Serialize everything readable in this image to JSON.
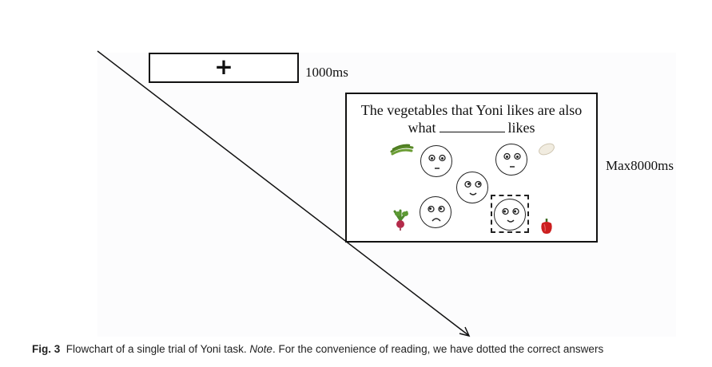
{
  "stimulus": {
    "fixation_symbol": "+",
    "fixation_duration": "1000ms",
    "trial_duration": "Max8000ms",
    "sentence_part1": "The vegetables that Yoni likes are also",
    "sentence_part2_before": "what",
    "sentence_part2_after": "likes"
  },
  "faces": [
    {
      "expression": "neutral"
    },
    {
      "expression": "neutral"
    },
    {
      "expression": "smile"
    },
    {
      "expression": "frown"
    },
    {
      "expression": "smile",
      "correct_answer": true
    }
  ],
  "vegetables": [
    "green-beans-icon",
    "white-radish-icon",
    "beet-icon",
    "red-pepper-icon"
  ],
  "caption": {
    "fig_label": "Fig. 3",
    "text": "Flowchart of a single trial of Yoni task.",
    "note_label": "Note",
    "note_text": ". For the convenience of reading, we have dotted the correct answers"
  }
}
